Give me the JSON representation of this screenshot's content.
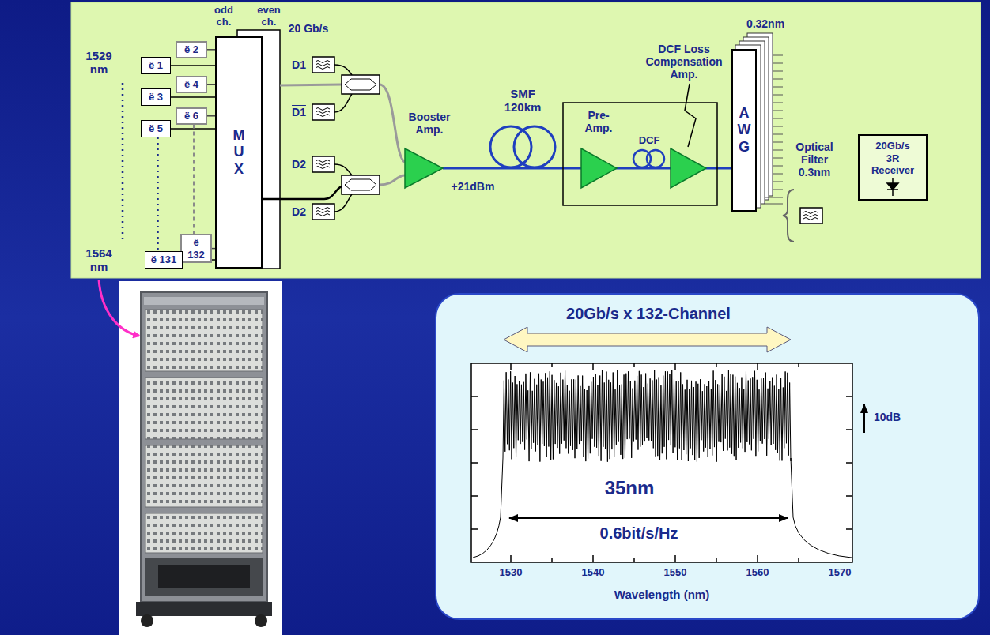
{
  "diagram": {
    "nodes": [
      {
        "text": [
          "ë 1"
        ]
      },
      {
        "text": [
          "ë 2"
        ]
      },
      {
        "text": [
          "ë 3"
        ]
      },
      {
        "text": [
          "ë 4"
        ]
      },
      {
        "text": [
          "ë 5"
        ]
      },
      {
        "text": [
          "ë 6"
        ]
      },
      {
        "text": [
          "ë 132"
        ]
      },
      {
        "text": [
          "ë 131"
        ]
      },
      {
        "text": [
          "M U X"
        ]
      },
      {
        "text": [
          "A W G"
        ]
      },
      {
        "text": [
          "20Gb/s 3R Receiver"
        ]
      }
    ],
    "edges": [
      {
        "from": 0,
        "to": 8,
        "arrow": "none"
      },
      {
        "from": 1,
        "to": 8,
        "arrow": "none"
      },
      {
        "from": 2,
        "to": 8,
        "arrow": "none"
      },
      {
        "from": 3,
        "to": 8,
        "arrow": "none"
      },
      {
        "from": 4,
        "to": 8,
        "arrow": "none"
      },
      {
        "from": 5,
        "to": 8,
        "arrow": "none"
      },
      {
        "from": 6,
        "to": 8,
        "arrow": "none"
      },
      {
        "from": 7,
        "to": 8,
        "arrow": "none"
      },
      {
        "from": 4,
        "to": 7,
        "arrow": "none"
      },
      {
        "from": 5,
        "to": 6,
        "arrow": "none"
      }
    ],
    "labels": [
      "odd ch.",
      "even ch.",
      "20 Gb/s",
      "1529 nm",
      "1564 nm",
      "D1",
      "D1",
      "D2",
      "D2",
      "Booster Amp.",
      "SMF 120km",
      "+21dBm",
      "Pre-Amp.",
      "DCF",
      "DCF Loss Compensation Amp.",
      "0.32nm",
      "Optical Filter 0.3nm",
      "20Gb/s x 132-Channel",
      "10dB",
      "35nm",
      "0.6bit/s/Hz",
      "1530",
      "1540",
      "1550",
      "1560",
      "1570",
      "Wavelength (nm)"
    ]
  }
}
